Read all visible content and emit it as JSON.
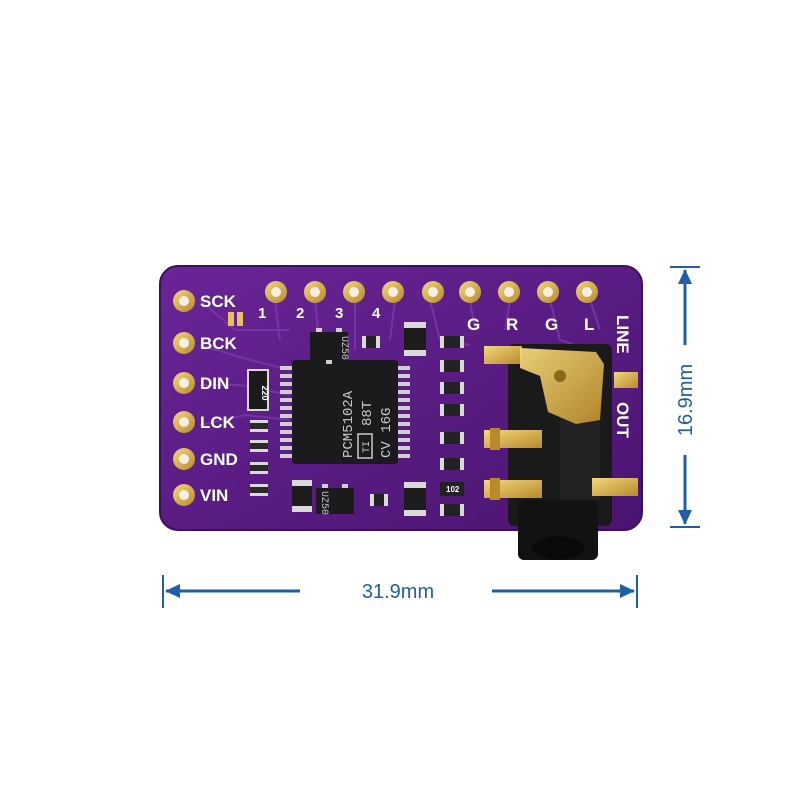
{
  "board": {
    "left_pins": [
      "SCK",
      "BCK",
      "DIN",
      "LCK",
      "GND",
      "VIN"
    ],
    "top_pin_numbers": [
      "1",
      "2",
      "3",
      "4"
    ],
    "top_right_labels": [
      "G",
      "R",
      "G",
      "L"
    ],
    "right_labels": [
      "LINE",
      "OUT"
    ],
    "chip_lines": [
      "PCM5102A",
      "88T",
      "CV 16G"
    ],
    "chip_logo": "TI",
    "resistor_marking": "220",
    "cap_marking": "102",
    "regulator_marking": "UZ50",
    "colors": {
      "pcb": "#5a1e86",
      "pad": "#e8c15a",
      "dimension": "#1f5fa8"
    }
  },
  "dimensions": {
    "width_label": "31.9mm",
    "height_label": "16.9mm"
  }
}
